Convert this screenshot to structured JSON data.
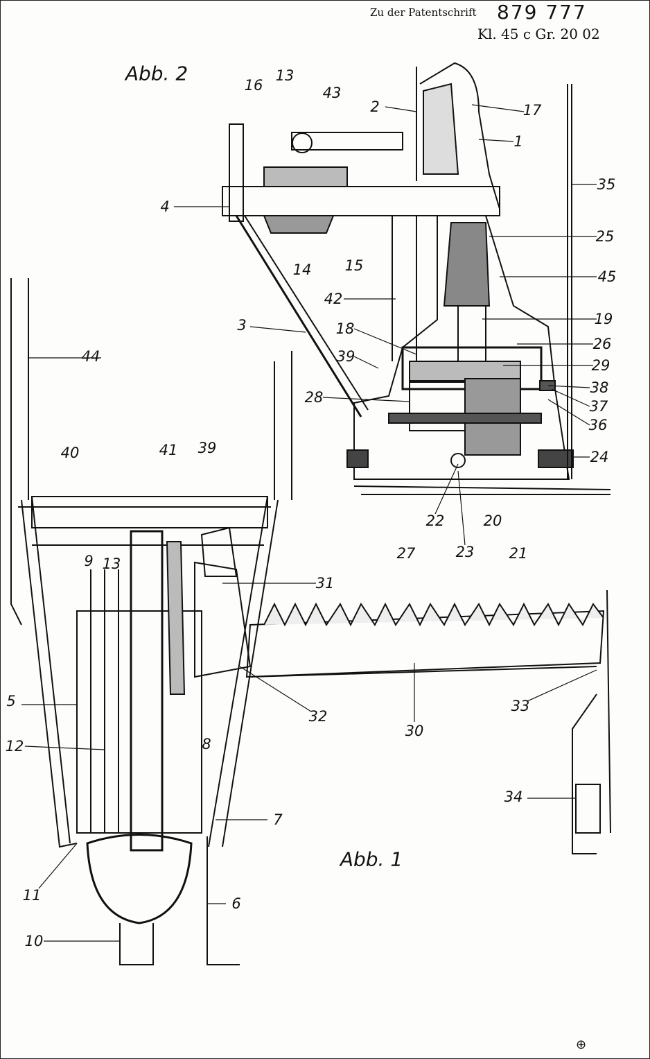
{
  "header": {
    "patent_prefix": "Zu der Patentschrift",
    "patent_number": "879 777",
    "class_line": "Kl. 45 c  Gr. 20 02"
  },
  "figures": {
    "fig2_title": "Abb. 2",
    "fig1_title": "Abb. 1"
  },
  "labels": {
    "fig2": [
      "16",
      "13",
      "43",
      "2",
      "17",
      "1",
      "35",
      "4",
      "14",
      "15",
      "25",
      "45",
      "42",
      "19",
      "3",
      "18",
      "26",
      "39",
      "29",
      "38",
      "37",
      "28",
      "36",
      "24",
      "22",
      "20",
      "23",
      "27",
      "21"
    ],
    "fig1": [
      "44",
      "40",
      "41",
      "39",
      "9",
      "13",
      "31",
      "32",
      "30",
      "33",
      "5",
      "12",
      "8",
      "7",
      "34",
      "11",
      "6",
      "10"
    ]
  }
}
